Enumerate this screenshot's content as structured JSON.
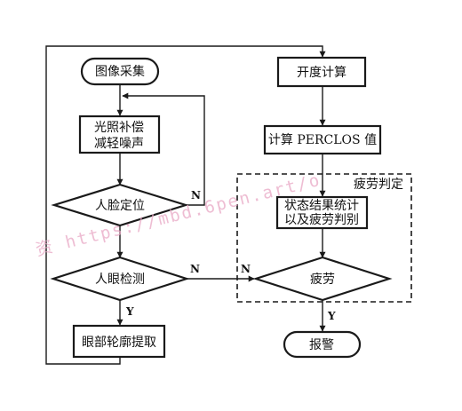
{
  "nodes": {
    "image_capture": "图像采集",
    "light_comp_1": "光照补偿",
    "light_comp_2": "减轻噪声",
    "face_locate": "人脸定位",
    "eye_detect": "人眼检测",
    "eye_contour": "眼部轮廓提取",
    "openness_calc": "开度计算",
    "perclos_calc": "计算 PERCLOS 值",
    "stats_1": "状态结果统计",
    "stats_2": "以及疲劳判别",
    "fatigue": "疲劳",
    "alarm": "报警"
  },
  "group": {
    "label": "疲劳判定"
  },
  "branches": {
    "face_no": "N",
    "eye_no": "N",
    "eye_yes": "Y",
    "fatigue_no": "N",
    "fatigue_yes": "Y"
  },
  "watermark": {
    "text": "资 https://mbd.6pen.art/o"
  },
  "colors": {
    "stroke": "#1a1a1a",
    "fill": "#ffffff",
    "watermark": "#e8a7c4"
  }
}
